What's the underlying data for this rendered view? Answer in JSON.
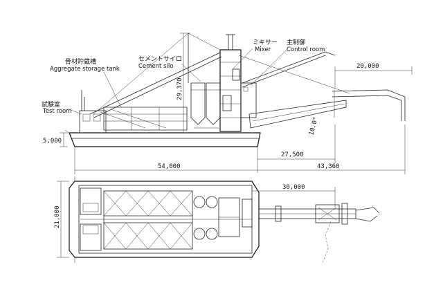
{
  "labels": {
    "aggregate_jp": "骨材貯蔵槽",
    "aggregate_en": "Aggregate storage tank",
    "cement_jp": "セメントサイロ",
    "cement_en": "Cement silo",
    "mixer_jp": "ミキサー",
    "mixer_en": "Mixer",
    "control_jp": "主制御",
    "control_en": "Control room",
    "test_jp": "試験室",
    "test_en": "Test room"
  },
  "dimensions": {
    "height_total": "29,370",
    "boom_top": "20,000",
    "boom_angle": "10.0°",
    "draft": "5,000",
    "boom_reach_a": "27,500",
    "hull_length": "54,000",
    "boom_reach_b": "43,360",
    "plan_boom": "30,000",
    "hull_width": "21,000"
  },
  "colors": {
    "line": "#222222",
    "background": "#ffffff"
  }
}
